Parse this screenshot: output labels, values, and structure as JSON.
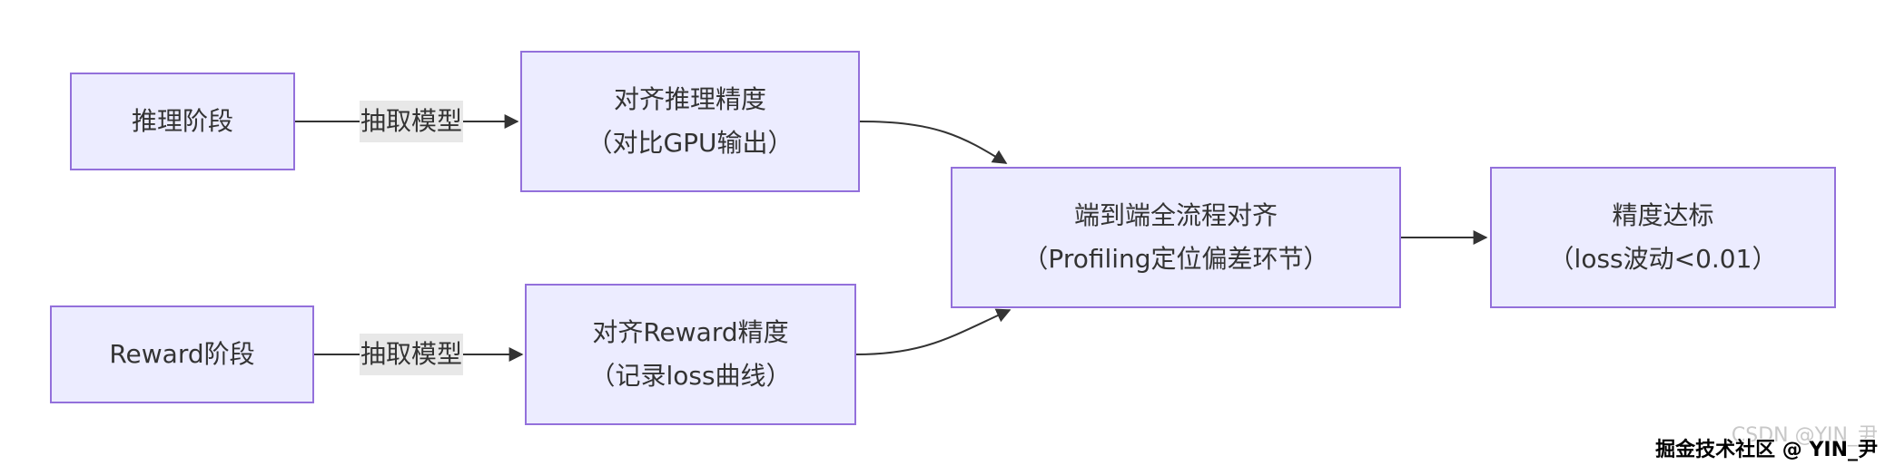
{
  "diagram": {
    "nodes": {
      "inference_stage": "推理阶段",
      "reward_stage": "Reward阶段",
      "align_inference_precision": {
        "line1": "对齐推理精度",
        "line2": "（对比GPU输出）"
      },
      "align_reward_precision": {
        "line1": "对齐Reward精度",
        "line2": "（记录loss曲线）"
      },
      "e2e_alignment": {
        "line1": "端到端全流程对齐",
        "line2": "（Profiling定位偏差环节）"
      },
      "precision_met": {
        "line1": "精度达标",
        "line2": "（loss波动<0.01）"
      }
    },
    "edge_labels": {
      "inference_extract": "抽取模型",
      "reward_extract": "抽取模型"
    }
  },
  "watermark": {
    "ghost": "CSDN @YIN_尹",
    "main": "掘金技术社区 @ YIN_尹"
  },
  "colors": {
    "node_fill": "#ececff",
    "node_border": "#9370db",
    "edge": "#333333",
    "edge_label_bg": "#e8e8e8"
  }
}
